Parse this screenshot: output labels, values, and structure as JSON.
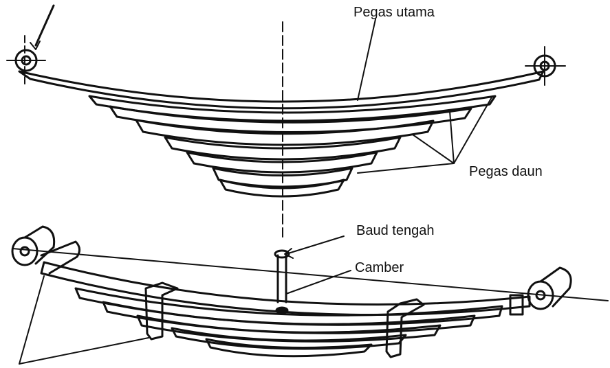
{
  "labels": {
    "main_spring": "Pegas utama",
    "leaf_springs": "Pegas daun",
    "center_bolt": "Baud tengah",
    "camber": "Camber"
  },
  "colors": {
    "ink": "#111111",
    "paper": "#ffffff"
  }
}
